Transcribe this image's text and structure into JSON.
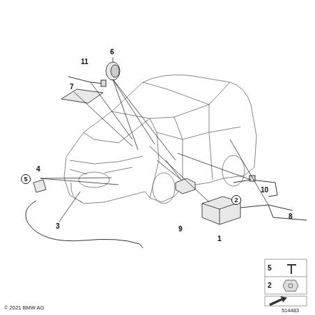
{
  "diagram": {
    "nodes": [
      {
        "text": [
          "5"
        ]
      },
      {
        "text": [
          "2"
        ]
      }
    ],
    "labels": [
      "6",
      "11",
      "7",
      "4",
      "3",
      "1",
      "9",
      "10",
      "8",
      "5",
      "2",
      "© 2021 BMW AG",
      "514483"
    ]
  }
}
